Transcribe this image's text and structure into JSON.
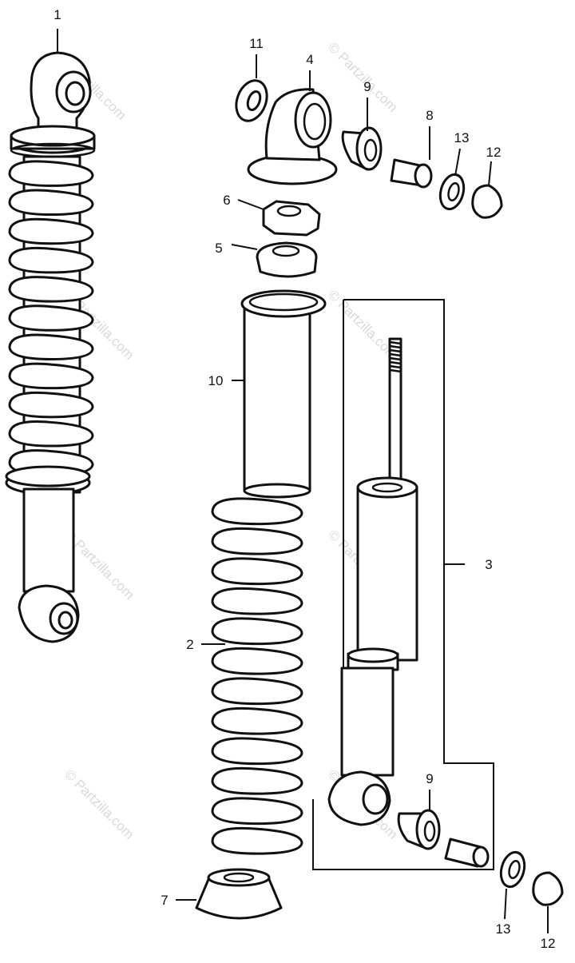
{
  "watermark": "© Partzilla.com",
  "callouts": [
    {
      "id": "c1",
      "label": "1"
    },
    {
      "id": "c2",
      "label": "2"
    },
    {
      "id": "c3",
      "label": "3"
    },
    {
      "id": "c4",
      "label": "4"
    },
    {
      "id": "c5",
      "label": "5"
    },
    {
      "id": "c6",
      "label": "6"
    },
    {
      "id": "c7",
      "label": "7"
    },
    {
      "id": "c8",
      "label": "8"
    },
    {
      "id": "c9a",
      "label": "9"
    },
    {
      "id": "c9b",
      "label": "9"
    },
    {
      "id": "c10",
      "label": "10"
    },
    {
      "id": "c11",
      "label": "11"
    },
    {
      "id": "c12a",
      "label": "12"
    },
    {
      "id": "c12b",
      "label": "12"
    },
    {
      "id": "c13a",
      "label": "13"
    },
    {
      "id": "c13b",
      "label": "13"
    }
  ]
}
